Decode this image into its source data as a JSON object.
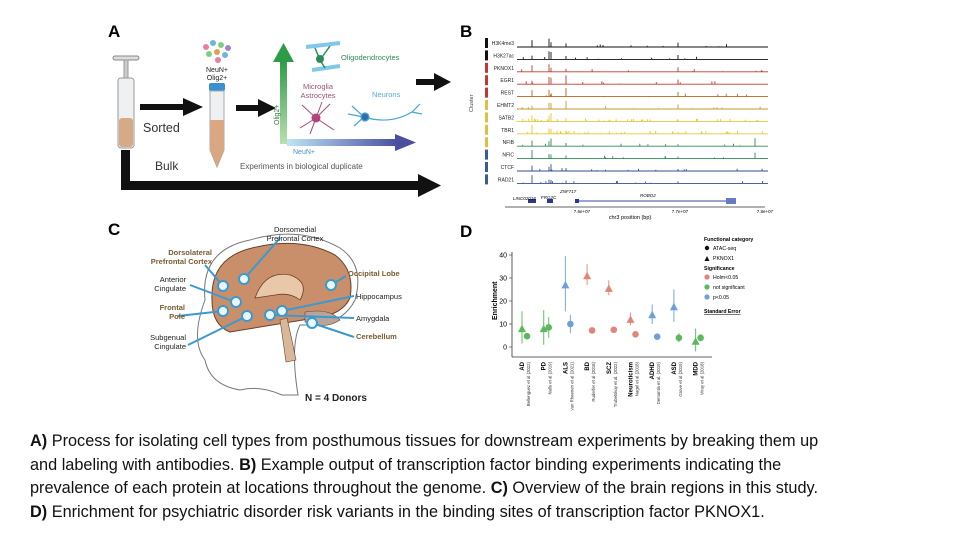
{
  "panels": {
    "a": {
      "label": "A",
      "sorted": "Sorted",
      "bulk": "Bulk",
      "markers": [
        "NeuN+",
        "Olig2+"
      ],
      "olig2_axis": "Olig2+",
      "neun_axis": "NeuN+",
      "cell_types": {
        "oligo": "Oligodendrocytes",
        "microglia": "Microglia",
        "astro": "Astrocytes",
        "neurons": "Neurons"
      },
      "duplicate": "Experiments in biological duplicate"
    },
    "b": {
      "label": "B",
      "ylabel": "Cluster",
      "xlabel": "chr3 position (bp)",
      "ticks": [
        "7.6e+07",
        "7.7e+07",
        "7.8e+07"
      ],
      "tracks": [
        {
          "name": "H3K4me3",
          "color": "#111111"
        },
        {
          "name": "H3K27ac",
          "color": "#111111"
        },
        {
          "name": "PKNOX1",
          "color": "#c0392b"
        },
        {
          "name": "EGR1",
          "color": "#c0392b"
        },
        {
          "name": "REST",
          "color": "#b5651d"
        },
        {
          "name": "EHMT2",
          "color": "#c99a2e"
        },
        {
          "name": "SATB2",
          "color": "#e5c832"
        },
        {
          "name": "TBR1",
          "color": "#e5c832"
        },
        {
          "name": "NFIB",
          "color": "#2e8b57"
        },
        {
          "name": "NFIC",
          "color": "#2e8b57"
        },
        {
          "name": "CTCF",
          "color": "#2f4f8f"
        },
        {
          "name": "RAD21",
          "color": "#2f4f8f"
        }
      ],
      "cluster_colors": [
        "#111111",
        "#111111",
        "#c0392b",
        "#c0392b",
        "#c0392b",
        "#e0c040",
        "#e0c040",
        "#e0c040",
        "#e0c040",
        "#3b5a9a",
        "#3b5a9a",
        "#3b5a9a"
      ],
      "genes": [
        "LINC02018",
        "FRG2C",
        "ZNF717",
        "ROBO2"
      ]
    },
    "c": {
      "label": "C",
      "regions": {
        "dmpfc": [
          "Dorsomedial",
          "Prefrontal Cortex"
        ],
        "dlpfc": [
          "Dorsolateral",
          "Prefrontal Cortex"
        ],
        "acc": [
          "Anterior",
          "Cingulate"
        ],
        "fp": [
          "Frontal",
          "Pole"
        ],
        "sgc": [
          "Subgenual",
          "Cingulate"
        ],
        "occ": "Occipital Lobe",
        "hip": "Hippocampus",
        "amy": "Amygdala",
        "cer": "Cerebellum"
      },
      "donors": "N = 4 Donors"
    },
    "d": {
      "label": "D"
    }
  },
  "chart_data": {
    "type": "scatter",
    "ylabel": "Enrichment",
    "ylim": [
      -5,
      42
    ],
    "yticks": [
      0,
      10,
      20,
      30,
      40
    ],
    "categories": [
      {
        "trait": "AD",
        "study": "Bellenguez et al (2022)"
      },
      {
        "trait": "PD",
        "study": "Nalls et al (2019)"
      },
      {
        "trait": "ALS",
        "study": "van Rheenen et al (2021)"
      },
      {
        "trait": "BD",
        "study": "Ruderfer et al (2018)"
      },
      {
        "trait": "SCZ",
        "study": "Trubetskoy et al. (2022)"
      },
      {
        "trait": "Neuroticism",
        "study": "Nagel et al (2018)"
      },
      {
        "trait": "ADHD",
        "study": "Demontis et al. (2019)"
      },
      {
        "trait": "ASD",
        "study": "Grove et al (2019)"
      },
      {
        "trait": "MDD",
        "study": "Wray et al (2018)"
      }
    ],
    "series": [
      {
        "name": "PKNOX1",
        "shape": "triangle",
        "values": [
          8,
          8,
          27,
          31,
          25.5,
          12,
          14,
          17.5,
          2.5
        ],
        "lower": [
          1.5,
          1,
          15.5,
          27,
          22.5,
          9.5,
          10,
          11,
          -2
        ],
        "upper": [
          15.5,
          16,
          39.5,
          36,
          29,
          15,
          18.5,
          25,
          8
        ],
        "significance": [
          "not significant",
          "not significant",
          "p<0.05",
          "Holm<0.05",
          "Holm<0.05",
          "Holm<0.05",
          "p<0.05",
          "p<0.05",
          "not significant"
        ]
      },
      {
        "name": "ATAC-seq",
        "shape": "circle",
        "values": [
          4.7,
          8.5,
          10,
          7.2,
          7.5,
          5.5,
          4.5,
          4,
          4
        ],
        "lower": [
          3.5,
          4,
          6,
          6.2,
          6.5,
          4.5,
          3.5,
          2,
          2.5
        ],
        "upper": [
          6,
          13,
          14,
          8.2,
          8.5,
          6.5,
          5.5,
          6,
          5.5
        ],
        "significance": [
          "not significant",
          "not significant",
          "p<0.05",
          "Holm<0.05",
          "Holm<0.05",
          "Holm<0.05",
          "p<0.05",
          "not significant",
          "not significant"
        ]
      }
    ],
    "legend": {
      "placement": "right",
      "category_title": "Functional category",
      "categories": [
        "ATAC-seq",
        "PKNOX1"
      ],
      "significance_title": "Significance",
      "significance": [
        {
          "label": "Holm<0.05",
          "color": "#e0857a"
        },
        {
          "label": "not significant",
          "color": "#5cb85c"
        },
        {
          "label": "p<0.05",
          "color": "#6f9fd8"
        }
      ],
      "error_label": "Standard Error"
    }
  },
  "caption": {
    "a_tag": "A)",
    "a_text": " Process for isolating cell types from posthumous tissues for downstream experiments by breaking them up",
    "a_text2": "and labeling with antibodies. ",
    "b_tag": "B)",
    "b_text": " Example output of transcription factor binding experiments indicating the",
    "b_text2": "prevalence of each protein at locations throughout the genome. ",
    "c_tag": "C)",
    "c_text": " Overview of the brain regions in this study.",
    "d_tag": "D)",
    "d_text": " Enrichment for psychiatric disorder risk variants in the binding sites of transcription factor PKNOX1."
  }
}
